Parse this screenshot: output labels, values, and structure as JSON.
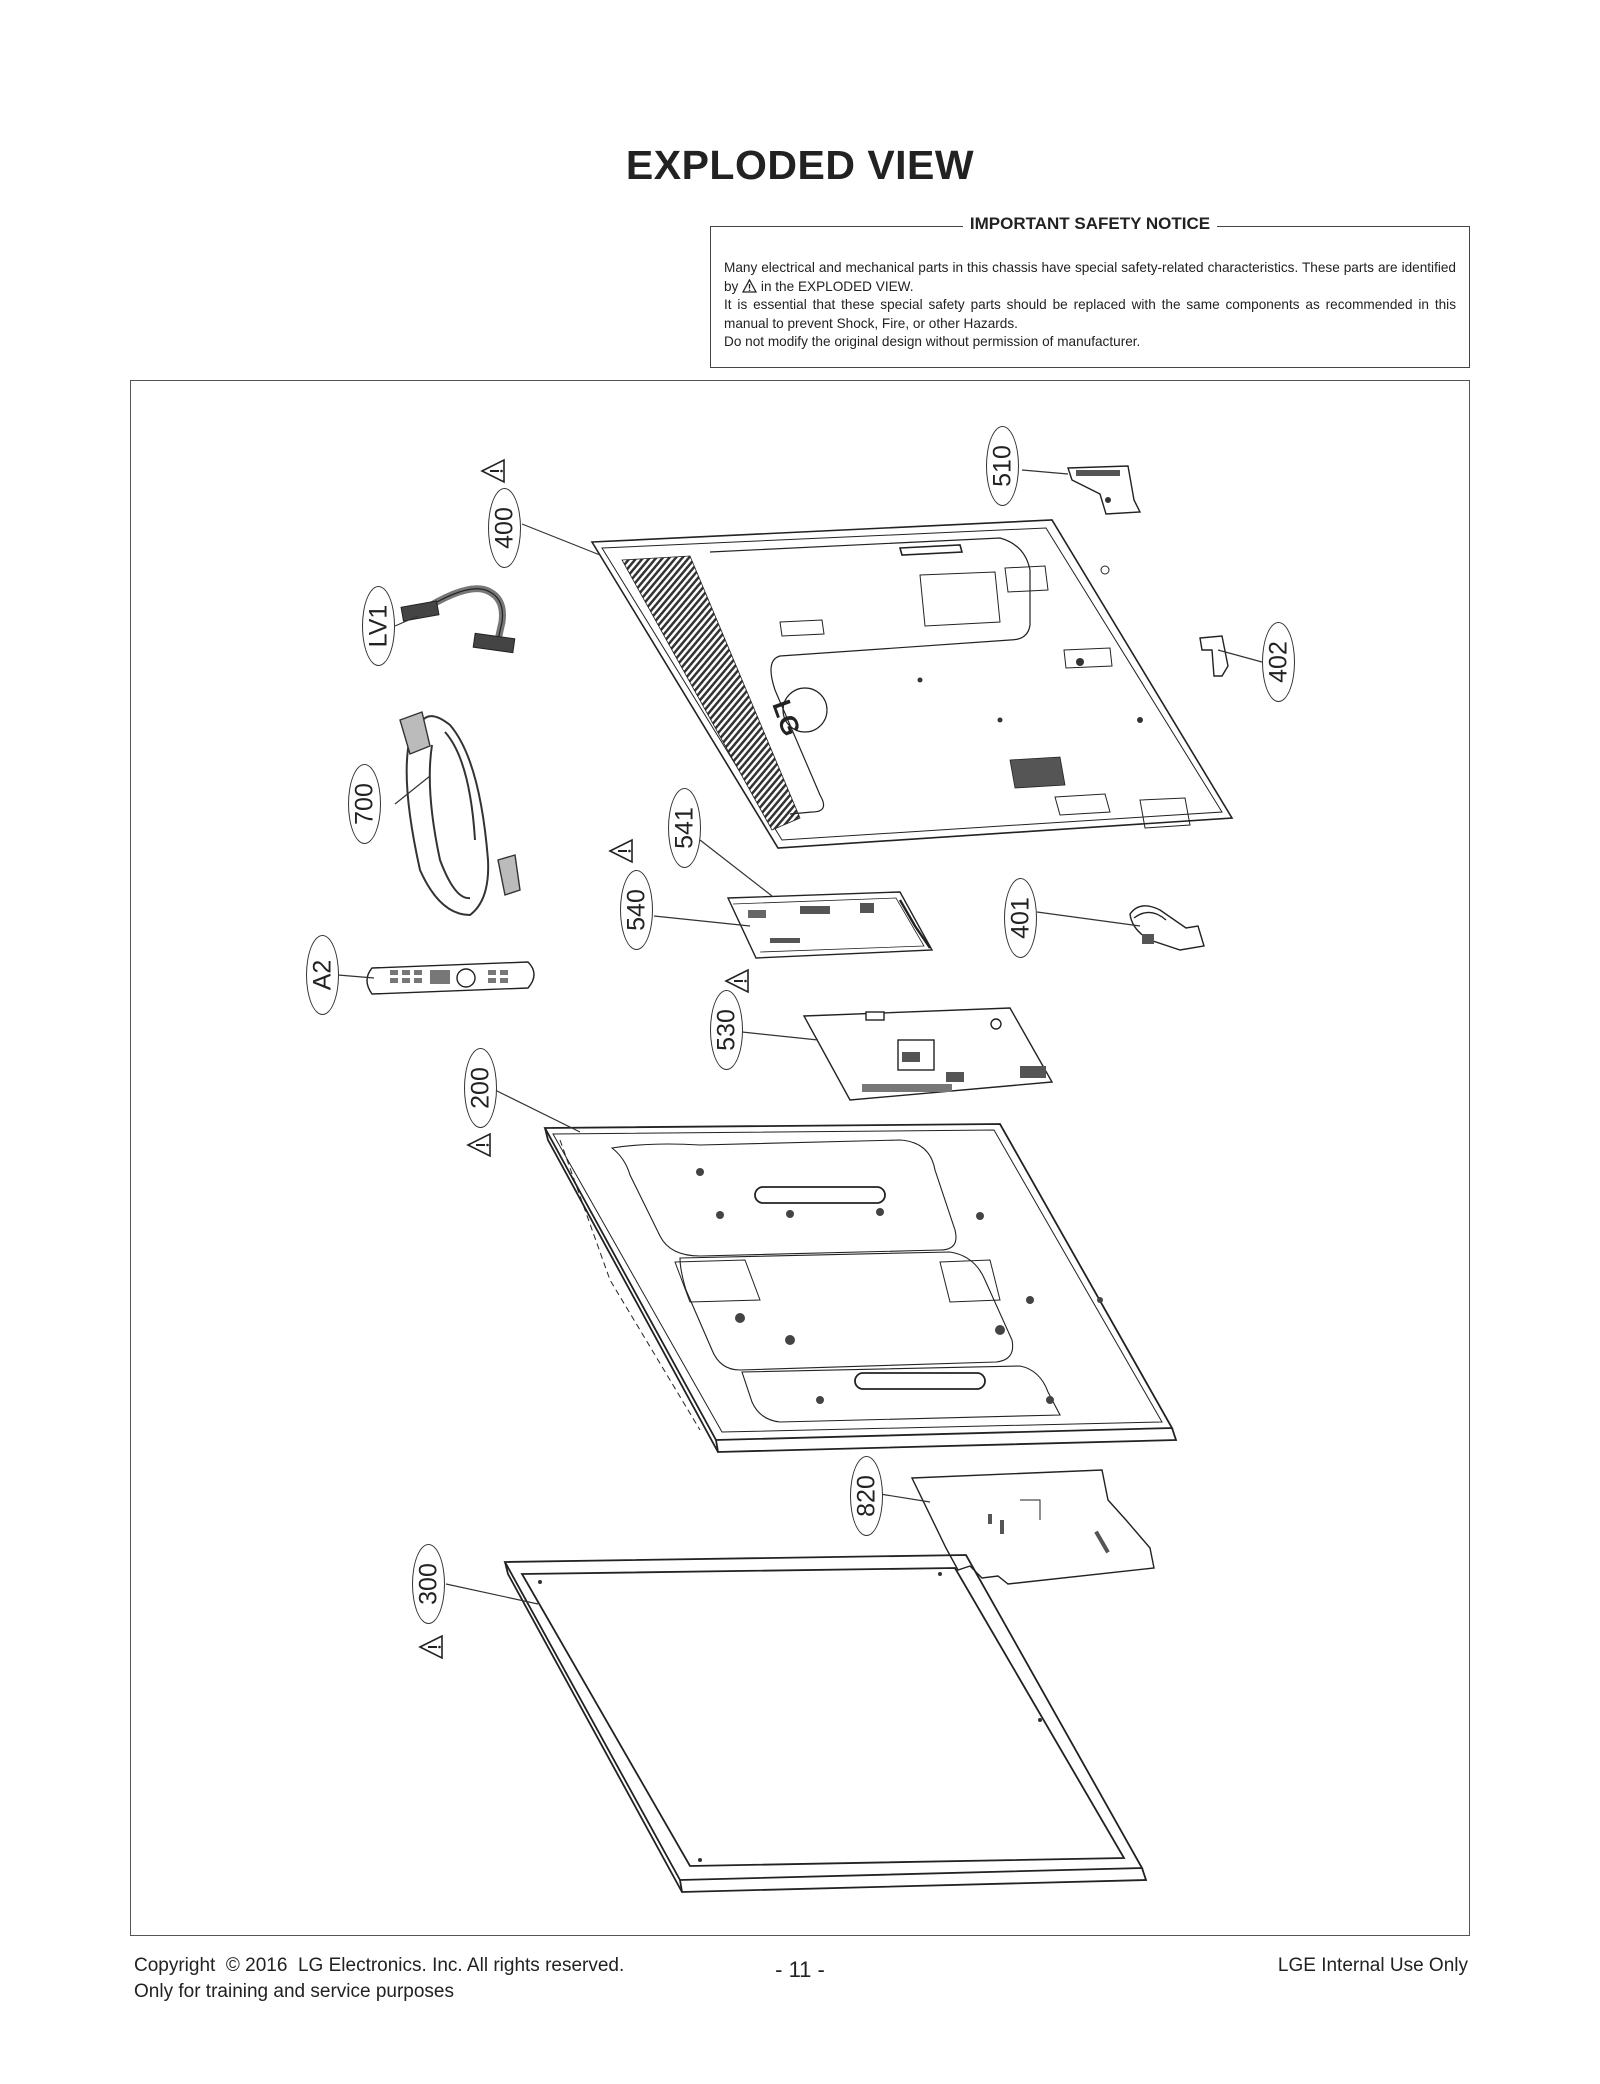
{
  "page": {
    "title": "EXPLODED VIEW"
  },
  "notice": {
    "heading": "IMPORTANT SAFETY NOTICE",
    "line1": "Many electrical and mechanical parts in this chassis have special safety-related characteristics. These parts are identified by",
    "line1_end": "in the EXPLODED VIEW.",
    "line2": "It is essential that these special safety parts should be replaced with the same components as recommended in this manual to prevent Shock, Fire, or other Hazards.",
    "line3": "Do not modify the original design without permission of manufacturer."
  },
  "diagram": {
    "brand_logo": "LG",
    "callouts": [
      "510",
      "400",
      "LV1",
      "402",
      "700",
      "541",
      "540",
      "401",
      "A2",
      "530",
      "200",
      "820",
      "300"
    ],
    "warning_icon": "warning-triangle-icon",
    "parts": [
      "back-cover",
      "tv-stand-bracket",
      "lvds-cable",
      "side-bracket",
      "power-cord",
      "main-board-bracket",
      "main-board",
      "ir-sensor",
      "remote-control",
      "power-board",
      "module-frame",
      "insulator-sheet",
      "front-bezel"
    ]
  },
  "footer": {
    "copyright": "Copyright  © 2016  LG Electronics. Inc. All rights reserved.",
    "purpose": "Only for training and service purposes",
    "page_number": "- 11 -",
    "internal": "LGE Internal Use Only"
  }
}
